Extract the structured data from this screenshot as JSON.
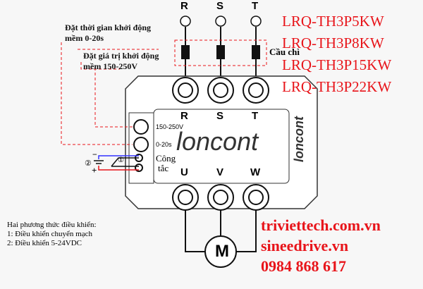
{
  "phases_top": [
    "R",
    "S",
    "T"
  ],
  "phases_bottom": [
    "U",
    "V",
    "W"
  ],
  "fuse_label": "Cầu chì",
  "models": [
    "LRQ-TH3P5KW",
    "LRQ-TH3P8KW",
    "LRQ-TH3P15KW",
    "LRQ-TH3P22KW"
  ],
  "note_time": [
    "Đặt thời gian khởi động",
    "mềm 0-20s"
  ],
  "note_voltage": [
    "Đặt giá trị khởi động",
    "mềm 150-250V"
  ],
  "pot_labels": [
    "150-250V",
    "0-20s"
  ],
  "switch_label": [
    "Công",
    "tắc"
  ],
  "brand": "loncont",
  "motor": "M",
  "control": {
    "title": "Hai phương thức điều khiển:",
    "items": [
      "1: Điều khiển chuyển mạch",
      "2: Điều khiển 5-24VDC"
    ]
  },
  "contacts": [
    "triviettech.com.vn",
    "sineedrive.vn",
    "0984 868 617"
  ],
  "markers": {
    "switch": "①",
    "dc": "②",
    "minus": "−",
    "plus": "+"
  }
}
